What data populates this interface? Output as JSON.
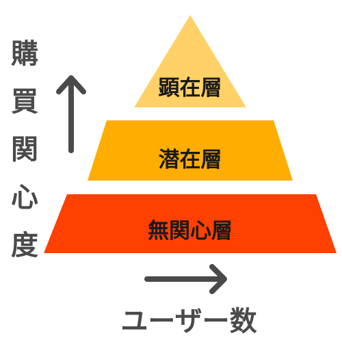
{
  "pyramid": {
    "tiers": [
      {
        "label": "顕在層",
        "color": "#ffd166"
      },
      {
        "label": "潜在層",
        "color": "#ffad00"
      },
      {
        "label": "無関心層",
        "color": "#ff4000"
      }
    ]
  },
  "y_axis": {
    "label_chars": [
      "購",
      "買",
      "関",
      "心",
      "度"
    ]
  },
  "x_axis": {
    "label": "ユーザー数"
  }
}
